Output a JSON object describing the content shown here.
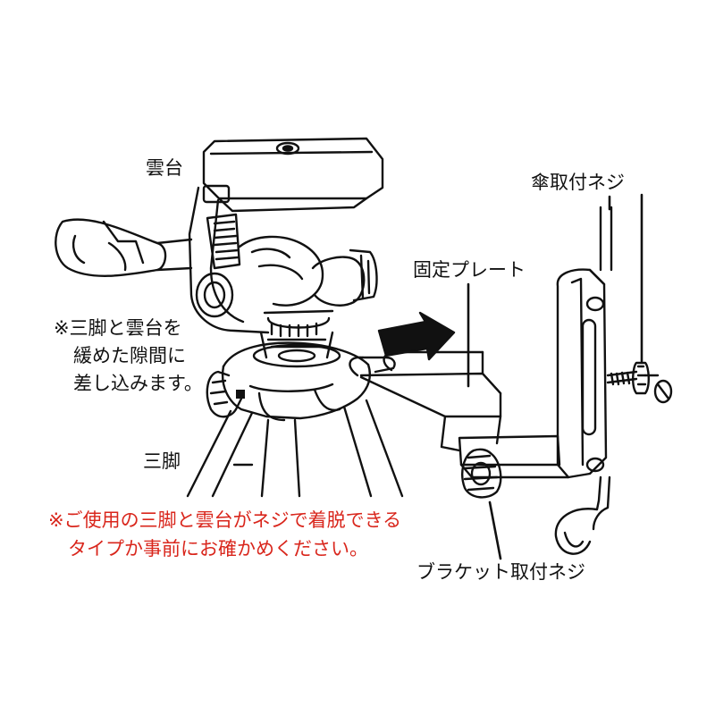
{
  "labels": {
    "head": "雲台",
    "umbrella_screw": "傘取付ネジ",
    "fixing_plate": "固定プレート",
    "tripod": "三脚",
    "bracket_screw": "ブラケット取付ネジ"
  },
  "insert_note": [
    "※三脚と雲台を",
    "緩めた隙間に",
    "差し込みます。"
  ],
  "caution_note": [
    "※ご使用の三脚と雲台がネジで着脱できる",
    "タイプか事前にお確かめください。"
  ],
  "colors": {
    "line": "#111111",
    "caution_text": "#d9261c"
  }
}
